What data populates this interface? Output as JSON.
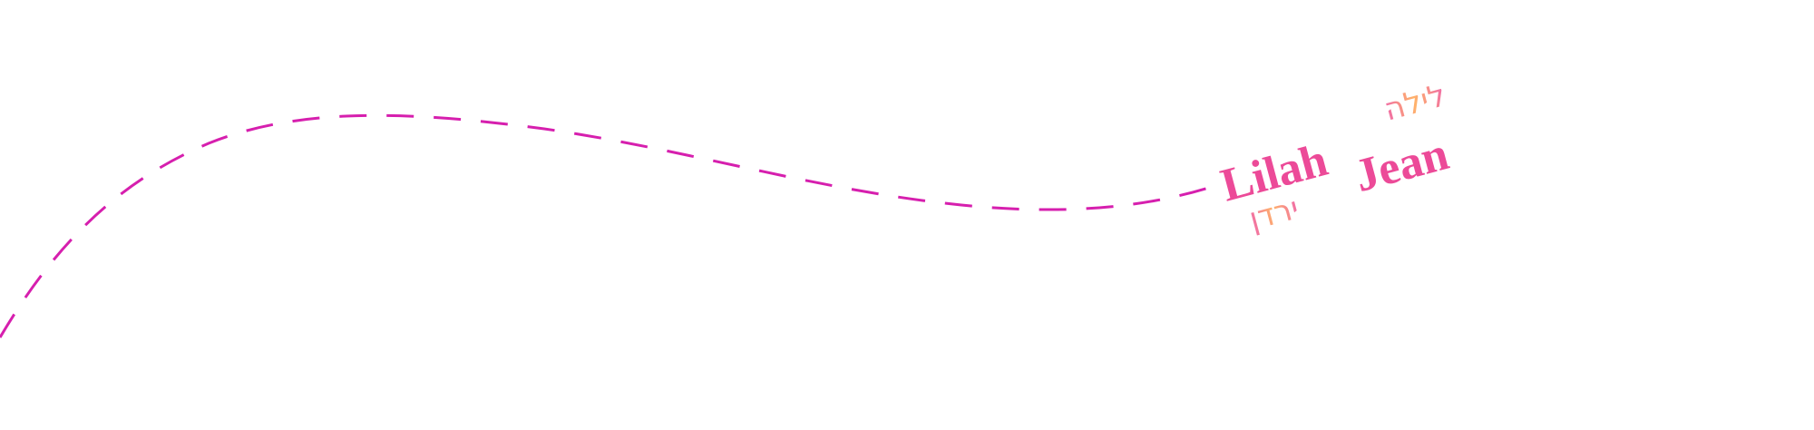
{
  "logo": {
    "first_name": "Lilah",
    "last_name": "Jean",
    "hebrew_first": "לילה",
    "hebrew_last": "ירדן"
  },
  "colors": {
    "path": "#d61fae",
    "text": "#ec4a98",
    "gradient_start": "#f06aa8",
    "gradient_end": "#ffc85a"
  }
}
